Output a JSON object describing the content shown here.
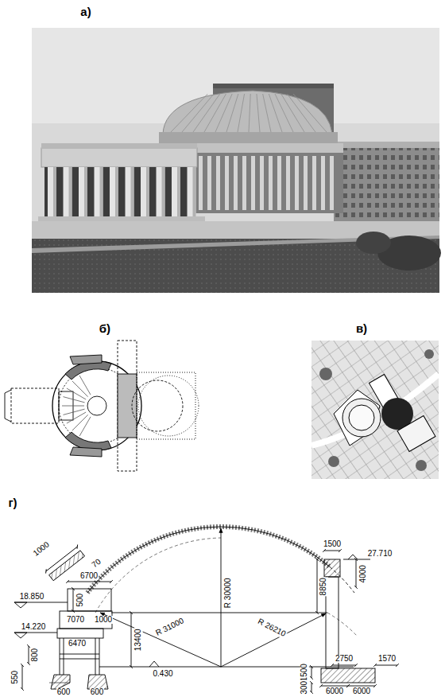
{
  "diagram": {
    "labels": [
      "а)",
      "б)",
      "в)",
      "г)",
      "1000",
      "70",
      "6700",
      "500",
      "18.850",
      "7070",
      "1000",
      "14.220",
      "6470",
      "800",
      "550",
      "600",
      "600",
      "R 30000",
      "13400",
      "R 31000",
      "R 26210",
      "0.430",
      "1500",
      "27.710",
      "8850",
      "4000",
      "1500",
      "2750",
      "1570",
      "300",
      "6000",
      "6000"
    ]
  }
}
